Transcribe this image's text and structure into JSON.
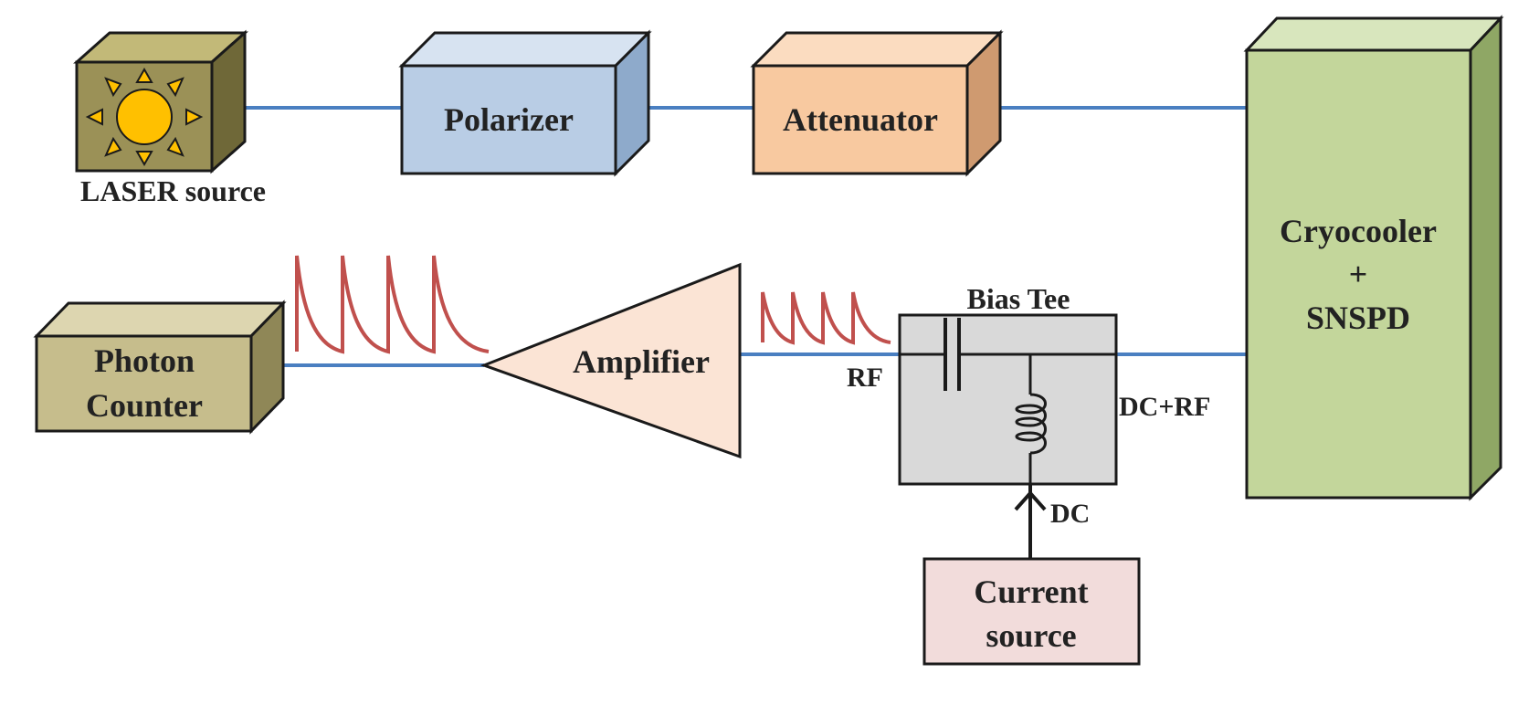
{
  "components": {
    "laser": {
      "label": "LASER source",
      "icon": "sun-icon"
    },
    "polarizer": {
      "label": "Polarizer"
    },
    "attenuator": {
      "label": "Attenuator"
    },
    "cryo": {
      "line1": "Cryocooler",
      "line2": "+",
      "line3": "SNSPD"
    },
    "photon_counter": {
      "line1": "Photon",
      "line2": "Counter"
    },
    "amplifier": {
      "label": "Amplifier"
    },
    "bias_tee": {
      "label": "Bias Tee",
      "port_rf": "RF",
      "port_dcrf": "DC+RF",
      "port_dc": "DC"
    },
    "current_source": {
      "line1": "Current",
      "line2": "source"
    }
  },
  "colors": {
    "link": "#4a7fc1",
    "pulse": "#c0504d",
    "laser_box": "#9b9157",
    "polarizer_box": "#b9cde5",
    "attenuator_box": "#f8c9a0",
    "cryo_box": "#c3d69b",
    "counter_box": "#c6bd8c",
    "amplifier_fill": "#fbe4d5",
    "bias_tee_fill": "#d9d9d9",
    "current_source_fill": "#f2dcdb",
    "sun": "#ffc000"
  }
}
